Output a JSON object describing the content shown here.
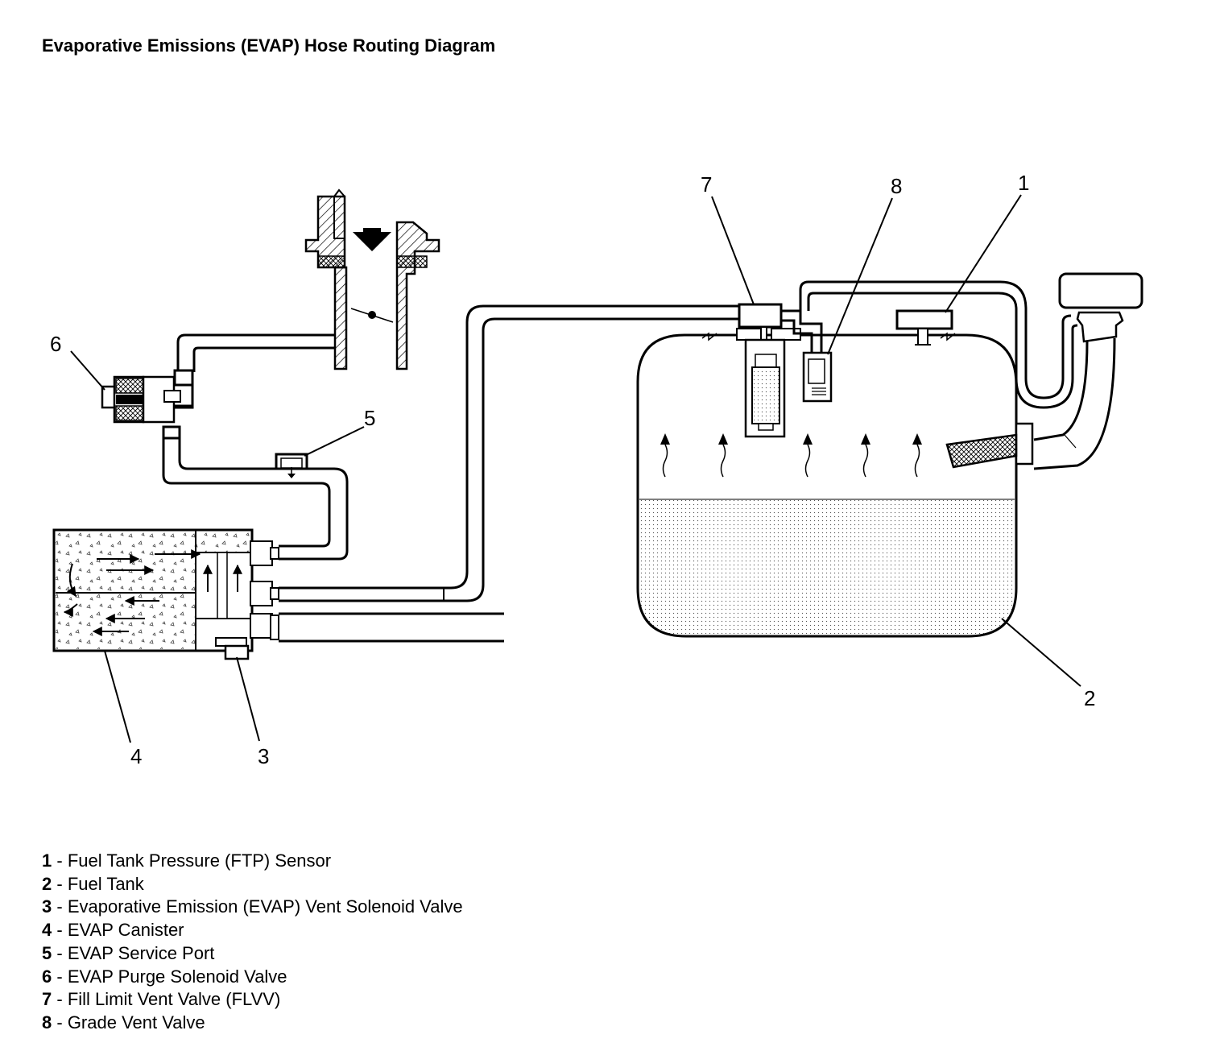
{
  "title": "Evaporative Emissions (EVAP) Hose Routing Diagram",
  "callouts": [
    "1",
    "2",
    "3",
    "4",
    "5",
    "6",
    "7",
    "8"
  ],
  "legend": [
    {
      "num": "1",
      "sep": " - ",
      "label": "Fuel Tank Pressure (FTP) Sensor"
    },
    {
      "num": "2",
      "sep": " - ",
      "label": "Fuel Tank"
    },
    {
      "num": "3",
      "sep": " - ",
      "label": "Evaporative Emission (EVAP) Vent Solenoid Valve"
    },
    {
      "num": "4",
      "sep": " - ",
      "label": "EVAP Canister"
    },
    {
      "num": "5",
      "sep": " - ",
      "label": "EVAP Service Port"
    },
    {
      "num": "6",
      "sep": " - ",
      "label": "EVAP Purge Solenoid Valve"
    },
    {
      "num": "7",
      "sep": " - ",
      "label": "Fill Limit Vent Valve (FLVV)"
    },
    {
      "num": "8",
      "sep": " - ",
      "label": "Grade Vent Valve"
    }
  ]
}
